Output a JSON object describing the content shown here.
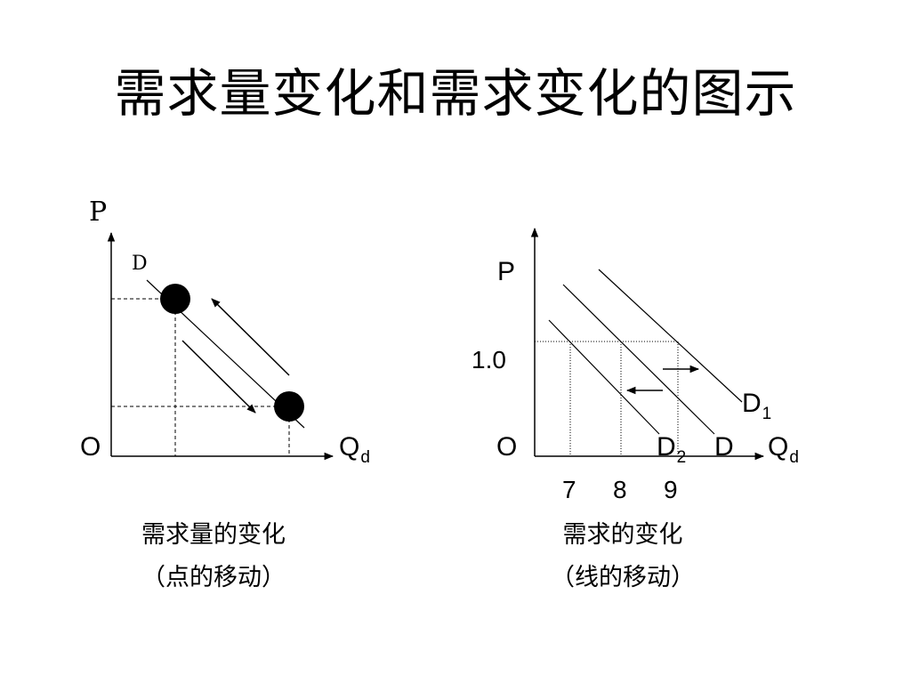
{
  "title": "需求量变化和需求变化的图示",
  "left": {
    "p_label": "P",
    "d_label": "D",
    "o_label": "O",
    "q_label": "Q",
    "q_sub": "d",
    "caption_line1": "需求量的变化",
    "caption_line2": "（点的移动）"
  },
  "right": {
    "p_label": "P",
    "price_value": "1.0",
    "o_label": "O",
    "q_label": "Q",
    "q_sub": "d",
    "curve_d1": "D",
    "curve_d1_sub": "1",
    "curve_d2": "D",
    "curve_d2_sub": "2",
    "curve_d": "D",
    "quantity_ticks": [
      "7",
      "8",
      "9"
    ],
    "caption_line1": "需求的变化",
    "caption_line2": "（线的移动）"
  }
}
